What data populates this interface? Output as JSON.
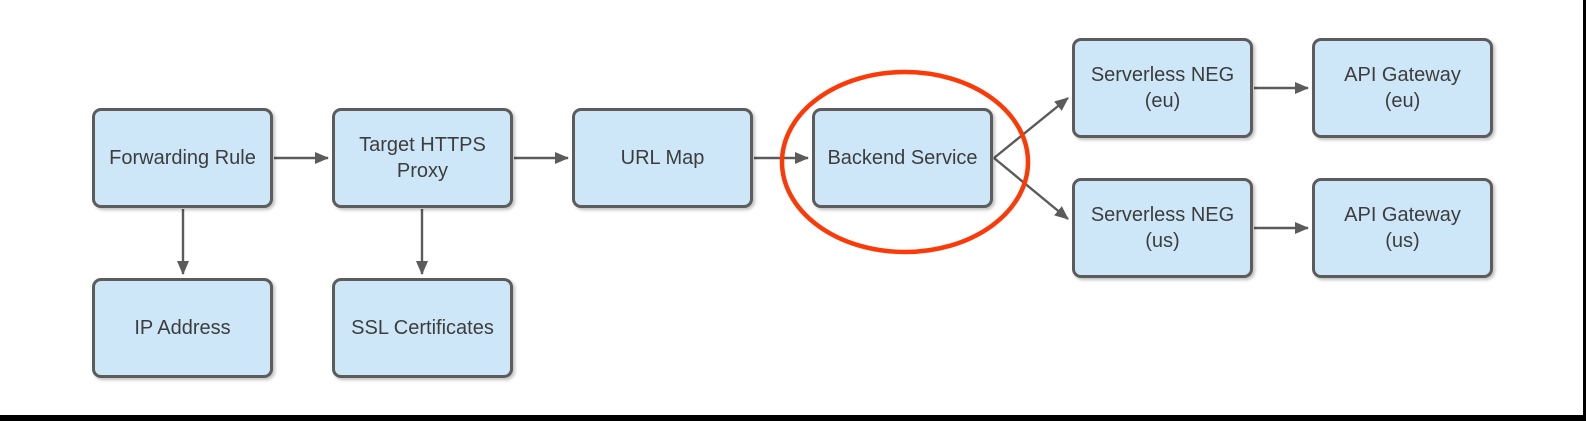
{
  "theme": {
    "node_fill": "#cde7f8",
    "node_border": "#5c5c5c",
    "node_text": "#3d3d3d",
    "arrow_color": "#5b5b5b",
    "highlight_color": "#fb3a08",
    "background": "#ffffff",
    "frame_color": "#000000"
  },
  "nodes": [
    {
      "id": "forwarding-rule",
      "label": "Forwarding Rule"
    },
    {
      "id": "target-https-proxy",
      "label": "Target HTTPS\nProxy"
    },
    {
      "id": "url-map",
      "label": "URL Map"
    },
    {
      "id": "backend-service",
      "label": "Backend Service",
      "highlighted": true
    },
    {
      "id": "ip-address",
      "label": "IP Address"
    },
    {
      "id": "ssl-certificates",
      "label": "SSL Certificates"
    },
    {
      "id": "serverless-neg-eu",
      "label": "Serverless NEG\n(eu)"
    },
    {
      "id": "api-gateway-eu",
      "label": "API Gateway\n(eu)"
    },
    {
      "id": "serverless-neg-us",
      "label": "Serverless NEG\n(us)"
    },
    {
      "id": "api-gateway-us",
      "label": "API Gateway\n(us)"
    }
  ],
  "edges": [
    {
      "from": "Forwarding Rule",
      "to": "Target HTTPS Proxy"
    },
    {
      "from": "Target HTTPS Proxy",
      "to": "URL Map"
    },
    {
      "from": "URL Map",
      "to": "Backend Service"
    },
    {
      "from": "Forwarding Rule",
      "to": "IP Address"
    },
    {
      "from": "Target HTTPS Proxy",
      "to": "SSL Certificates"
    },
    {
      "from": "Backend Service",
      "to": "Serverless NEG (eu)"
    },
    {
      "from": "Backend Service",
      "to": "Serverless NEG (us)"
    },
    {
      "from": "Serverless NEG (eu)",
      "to": "API Gateway (eu)"
    },
    {
      "from": "Serverless NEG (us)",
      "to": "API Gateway (us)"
    }
  ],
  "annotations": [
    {
      "type": "ellipse",
      "around": "Backend Service",
      "color": "#fb3a08"
    }
  ]
}
